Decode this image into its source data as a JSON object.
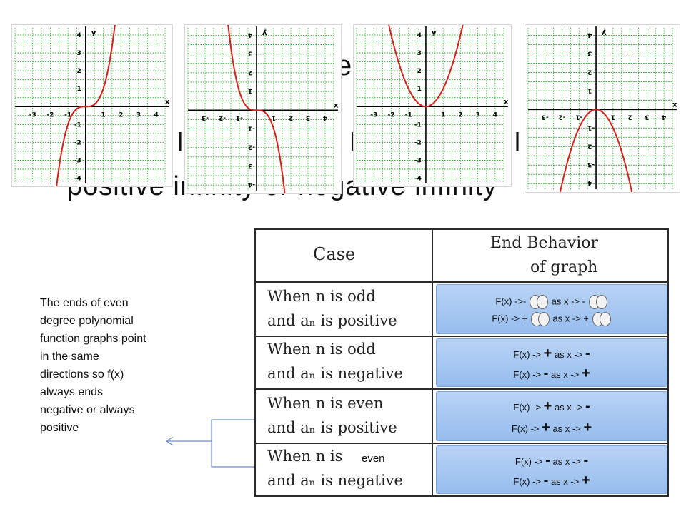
{
  "background_title": {
    "line1_fragment": "e",
    "line2_fragment_a": "l",
    "line2_fragment_b": "l",
    "line2_fragment_c": "l",
    "line3_fragment": "positive infinity or negative infinity"
  },
  "graphs": [
    {
      "type": "cubic-positive",
      "y_axis_label": "y",
      "x_axis_label": "x",
      "x_ticks": [
        "-3",
        "-2",
        "-1",
        "1",
        "2",
        "3",
        "4"
      ],
      "y_ticks": [
        "4",
        "3",
        "2",
        "1",
        "-1",
        "-2",
        "-3",
        "-4"
      ]
    },
    {
      "type": "cubic-negative-mirrored",
      "y_axis_label": "ʎ",
      "x_axis_label": "x",
      "x_ticks": [
        "-3",
        "-2",
        "-1",
        "1",
        "2",
        "3",
        "4"
      ],
      "y_ticks": [
        "4",
        "3",
        "2",
        "1",
        "-1",
        "-2",
        "-3",
        "-4"
      ]
    },
    {
      "type": "quadratic-positive",
      "y_axis_label": "y",
      "x_axis_label": "x",
      "x_ticks": [
        "-3",
        "-2",
        "-1",
        "1",
        "2",
        "3",
        "4"
      ],
      "y_ticks": [
        "4",
        "3",
        "2",
        "1",
        "-1",
        "-2",
        "-3",
        "-4"
      ]
    },
    {
      "type": "quadratic-negative-mirrored",
      "y_axis_label": "ʎ",
      "x_axis_label": "x",
      "x_ticks": [
        "-3",
        "-2",
        "-1",
        "1",
        "2",
        "3",
        "4"
      ],
      "y_ticks": [
        "4",
        "3",
        "2",
        "1",
        "-1",
        "-2",
        "-3",
        "-4"
      ]
    }
  ],
  "table": {
    "header_case": "Case",
    "header_behavior_line1": "End Behavior",
    "header_behavior_line2": "of graph",
    "rows": [
      {
        "case_line1": "When n is odd",
        "case_line2": "and aₙ is positive",
        "beh1_a": "F(x) ->-",
        "beh1_b": "as x -> -",
        "beh2_a": "F(x) -> +",
        "beh2_b": "as x -> +"
      },
      {
        "case_line1": "When n is odd",
        "case_line2": "and aₙ is negative",
        "beh1_a": "F(x) ->",
        "beh1_sign": "+",
        "beh1_b": "as x ->",
        "beh1_sign2": "-",
        "beh2_a": "F(x) ->",
        "beh2_sign": "-",
        "beh2_b": "as x ->",
        "beh2_sign2": "+"
      },
      {
        "case_line1": "When n is even",
        "case_line2": "and aₙ is positive",
        "beh1_a": "F(x) ->",
        "beh1_sign": "+",
        "beh1_b": "as x ->",
        "beh1_sign2": "-",
        "beh2_a": "F(x) ->",
        "beh2_sign": "+",
        "beh2_b": "as x ->",
        "beh2_sign2": "+"
      },
      {
        "case_line1": "When n is",
        "case_line2": "and aₙ is negative",
        "beh1_a": "F(x) ->",
        "beh1_sign": "-",
        "beh1_b": "as x ->",
        "beh1_sign2": "-",
        "beh2_a": "F(x) ->",
        "beh2_sign": "-",
        "beh2_b": "as x ->",
        "beh2_sign2": "+"
      }
    ],
    "overlay_even": "even"
  },
  "side_note": "The ends of even degree polynomial function graphs point in the same directions so f(x) always ends negative or always positive",
  "colors": {
    "curve": "#d62020",
    "grid": "#1f9a1f",
    "arrow": "#6b8fd6",
    "box": "#9cc1ef"
  }
}
